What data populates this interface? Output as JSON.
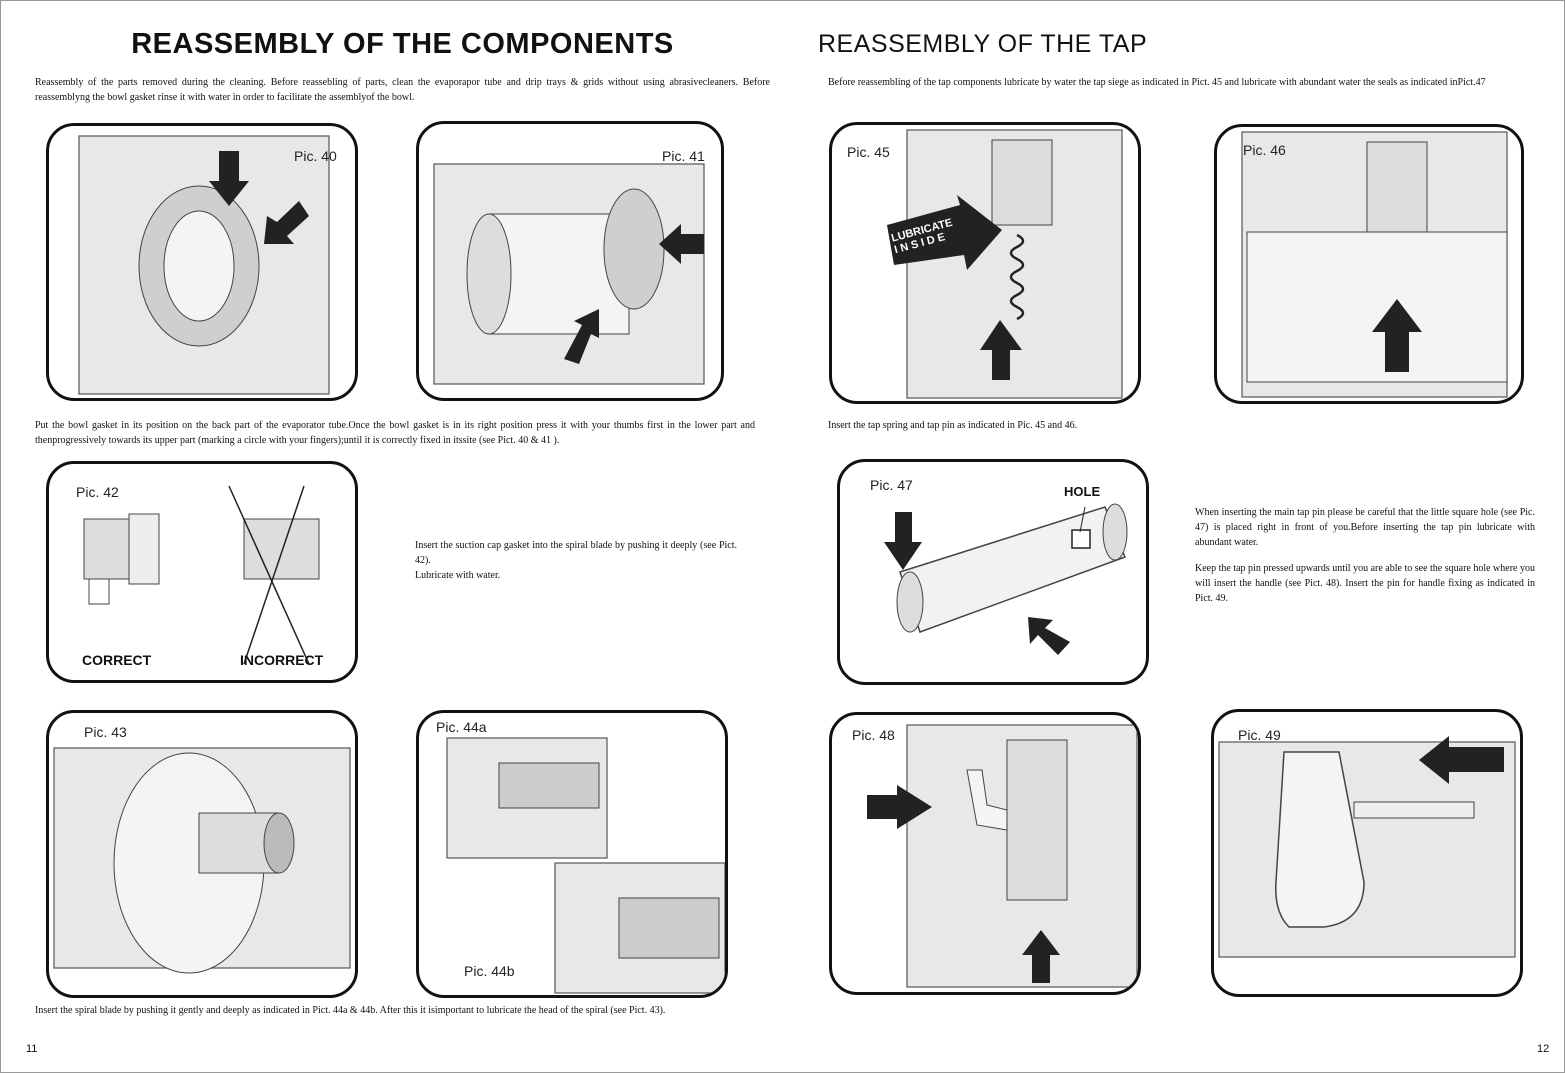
{
  "left": {
    "title": "REASSEMBLY OF THE COMPONENTS",
    "intro": "Reassembly of the parts removed during the cleaning. Before reassebling of parts, clean the evaporapor tube and drip trays & grids without using abrasivecleaners. Before reassemblyng the bowl gasket rinse it with water in order to facilitate the assemblyof the bowl.",
    "caption1": "Put the bowl gasket in its position on the back part of the evaporator tube.Once the bowl gasket is in its right position press it with your thumbs first in the lower part and thenprogressively towards its upper part (marking a circle with your fingers);until it is correctly fixed in itssite (see Pict. 40 & 41 ).",
    "caption2": "Insert the suction cap gasket into the spiral blade by pushing it deeply (see Pict. 42).\nLubricate with water.",
    "caption3": "Insert the spiral blade by pushing it gently and deeply as indicated in Pict. 44a & 44b. After this it isimportant to lubricate the head of the spiral (see Pict. 43).",
    "pic40": "Pic. 40",
    "pic41": "Pic. 41",
    "pic42": "Pic. 42",
    "correct": "CORRECT",
    "incorrect": "INCORRECT",
    "pic43": "Pic. 43",
    "pic44a": "Pic. 44a",
    "pic44b": "Pic. 44b",
    "page_number": "11"
  },
  "right": {
    "title": "REASSEMBLY  OF THE TAP",
    "intro": "Before reassembling of the tap components lubricate by water the tap siege as indicated in Pict. 45 and lubricate with abundant water the seals as indicated inPict.47",
    "caption1": "Insert the tap spring and tap pin as indicated in Pic. 45 and 46.",
    "caption2a": "When inserting the main tap pin please be careful that the little square hole (see Pic. 47) is placed right in front of you.Before inserting the tap pin lubricate with abundant water.",
    "caption2b": "Keep the tap pin pressed upwards until you are able to see the square hole where you will insert the handle (see Pict. 48). Insert the pin for handle fixing as indicated in Pict. 49.",
    "pic45": "Pic. 45",
    "lubricate_1": "LUBRICATE",
    "lubricate_2": "I N S I D E",
    "pic46": "Pic. 46",
    "pic47": "Pic. 47",
    "hole": "HOLE",
    "pic48": "Pic. 48",
    "pic49": "Pic. 49",
    "page_number": "12"
  }
}
